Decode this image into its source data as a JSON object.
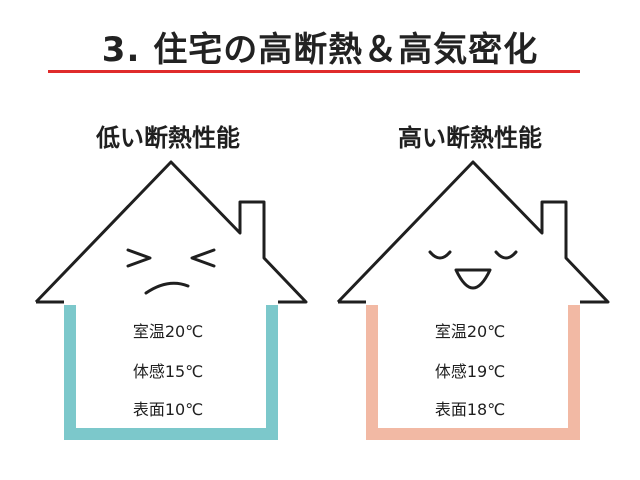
{
  "slide": {
    "title": "3. 住宅の高断熱＆高気密化"
  },
  "colors": {
    "title_rule": "#e02b2b",
    "low_insulation_wall": "#7cc8cb",
    "high_insulation_wall": "#f2b9a4",
    "outline": "#1f1f1f"
  },
  "houses": [
    {
      "heading": "低い断熱性能",
      "face": "grimace",
      "readings": [
        {
          "label": "室温",
          "value": "20℃"
        },
        {
          "label": "体感",
          "value": "15℃"
        },
        {
          "label": "表面",
          "value": "10℃"
        }
      ]
    },
    {
      "heading": "高い断熱性能",
      "face": "smile",
      "readings": [
        {
          "label": "室温",
          "value": "20℃"
        },
        {
          "label": "体感",
          "value": "19℃"
        },
        {
          "label": "表面",
          "value": "18℃"
        }
      ]
    }
  ]
}
